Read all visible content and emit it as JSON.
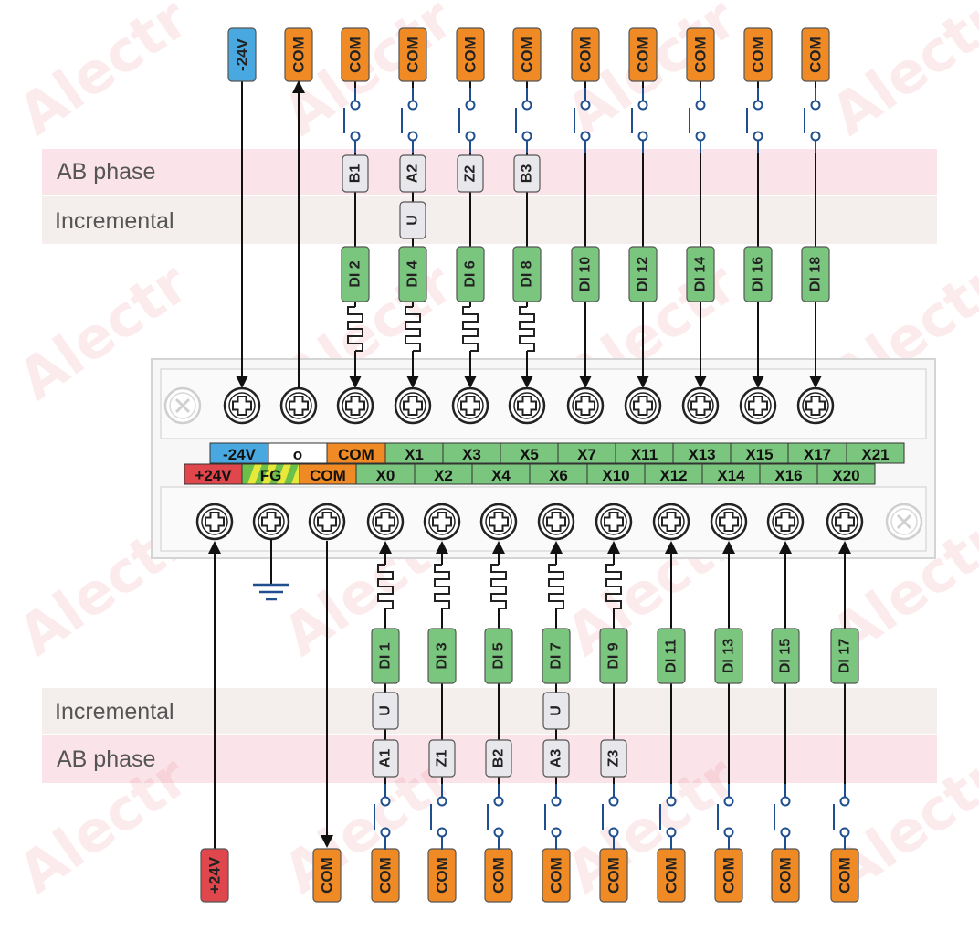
{
  "bands": {
    "top": {
      "ab_phase": "AB phase",
      "incremental": "Incremental"
    },
    "bottom": {
      "incremental": "Incremental",
      "ab_phase": "AB phase"
    }
  },
  "watermark": "Alectr",
  "colors": {
    "com": "#f08a24",
    "minus24": "#4aa8e0",
    "plus24": "#e0474c",
    "di": "#7bc67e",
    "phase": "#e8e8ec",
    "band_pink": "#fbe3ea",
    "band_gray": "#f4efec",
    "wire": "#111111",
    "contact": "#1f4f8f",
    "fg_yellow": "#e8e83a",
    "fg_green": "#6cc04a"
  },
  "top_sources": [
    {
      "label": "-24V",
      "kind": "minus24",
      "arrow": "down"
    },
    {
      "label": "COM",
      "kind": "com",
      "arrow": "up"
    },
    {
      "label": "COM",
      "kind": "com",
      "phase_ab": "B1",
      "phase_inc": "",
      "di": "DI 2"
    },
    {
      "label": "COM",
      "kind": "com",
      "phase_ab": "A2",
      "phase_inc": "U",
      "di": "DI 4"
    },
    {
      "label": "COM",
      "kind": "com",
      "phase_ab": "Z2",
      "phase_inc": "",
      "di": "DI 6"
    },
    {
      "label": "COM",
      "kind": "com",
      "phase_ab": "B3",
      "phase_inc": "",
      "di": "DI 8"
    },
    {
      "label": "COM",
      "kind": "com",
      "phase_ab": "",
      "phase_inc": "",
      "di": "DI 10"
    },
    {
      "label": "COM",
      "kind": "com",
      "phase_ab": "",
      "phase_inc": "",
      "di": "DI 12"
    },
    {
      "label": "COM",
      "kind": "com",
      "phase_ab": "",
      "phase_inc": "",
      "di": "DI 14"
    },
    {
      "label": "COM",
      "kind": "com",
      "phase_ab": "",
      "phase_inc": "",
      "di": "DI 16"
    },
    {
      "label": "COM",
      "kind": "com",
      "phase_ab": "",
      "phase_inc": "",
      "di": "DI 18"
    }
  ],
  "bottom_sources": [
    {
      "label": "+24V",
      "kind": "plus24",
      "arrow": "up"
    },
    {
      "label": "",
      "kind": "ground"
    },
    {
      "label": "COM",
      "kind": "com",
      "arrow": "down"
    },
    {
      "label": "COM",
      "kind": "com",
      "phase_ab": "A1",
      "phase_inc": "U",
      "di": "DI 1"
    },
    {
      "label": "COM",
      "kind": "com",
      "phase_ab": "Z1",
      "phase_inc": "",
      "di": "DI 3"
    },
    {
      "label": "COM",
      "kind": "com",
      "phase_ab": "B2",
      "phase_inc": "",
      "di": "DI 5"
    },
    {
      "label": "COM",
      "kind": "com",
      "phase_ab": "A3",
      "phase_inc": "U",
      "di": "DI 7"
    },
    {
      "label": "COM",
      "kind": "com",
      "phase_ab": "Z3",
      "phase_inc": "",
      "di": "DI 9"
    },
    {
      "label": "COM",
      "kind": "com",
      "phase_ab": "",
      "phase_inc": "",
      "di": "DI 11"
    },
    {
      "label": "COM",
      "kind": "com",
      "phase_ab": "",
      "phase_inc": "",
      "di": "DI 13"
    },
    {
      "label": "COM",
      "kind": "com",
      "phase_ab": "",
      "phase_inc": "",
      "di": "DI 15"
    },
    {
      "label": "COM",
      "kind": "com",
      "phase_ab": "",
      "phase_inc": "",
      "di": "DI 17"
    }
  ],
  "terminal_labels": {
    "upper": [
      "-24V",
      "o",
      "COM",
      "X1",
      "X3",
      "X5",
      "X7",
      "X11",
      "X13",
      "X15",
      "X17",
      "X21"
    ],
    "lower": [
      "+24V",
      "FG",
      "COM",
      "X0",
      "X2",
      "X4",
      "X6",
      "X10",
      "X12",
      "X14",
      "X16",
      "X20"
    ]
  }
}
